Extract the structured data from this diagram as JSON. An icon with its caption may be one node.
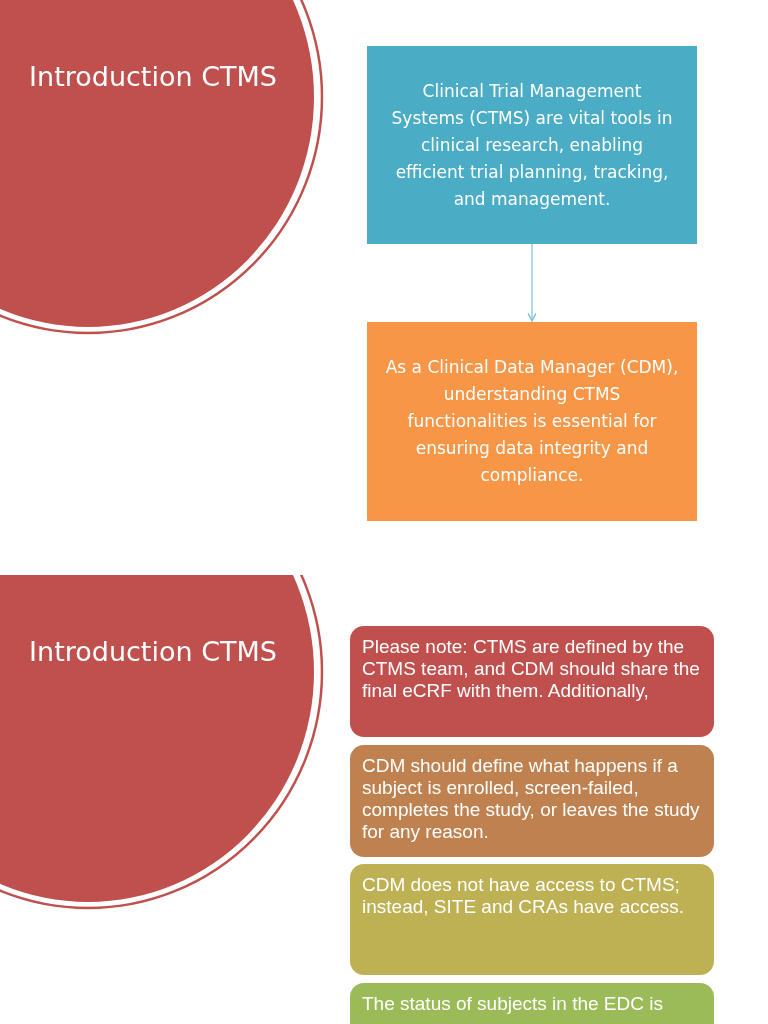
{
  "diagram": {
    "nodes": [
      {
        "text": [
          "Introduction CTMS"
        ]
      },
      {
        "text": [
          "Clinical Trial Management Systems (CTMS) are vital tools in clinical research, enabling efficient trial planning, tracking, and management."
        ]
      },
      {
        "text": [
          "As a Clinical Data Manager (CDM), understanding CTMS functionalities is essential for ensuring data integrity and compliance."
        ]
      },
      {
        "text": [
          "Introduction CTMS"
        ]
      },
      {
        "text": [
          "Please note: CTMS are defined by the CTMS team, and CDM should share the final eCRF with them. Additionally,"
        ]
      },
      {
        "text": [
          "CDM should define what happens if a subject is enrolled, screen-failed, completes the study, or leaves the study for any reason."
        ]
      },
      {
        "text": [
          "CDM does not have access to CTMS; instead, SITE and CRAs have access."
        ]
      },
      {
        "text": [
          "The status of subjects in the EDC is"
        ]
      }
    ],
    "edges": [
      {
        "from": 1,
        "to": 2,
        "arrow": "to"
      }
    ]
  }
}
